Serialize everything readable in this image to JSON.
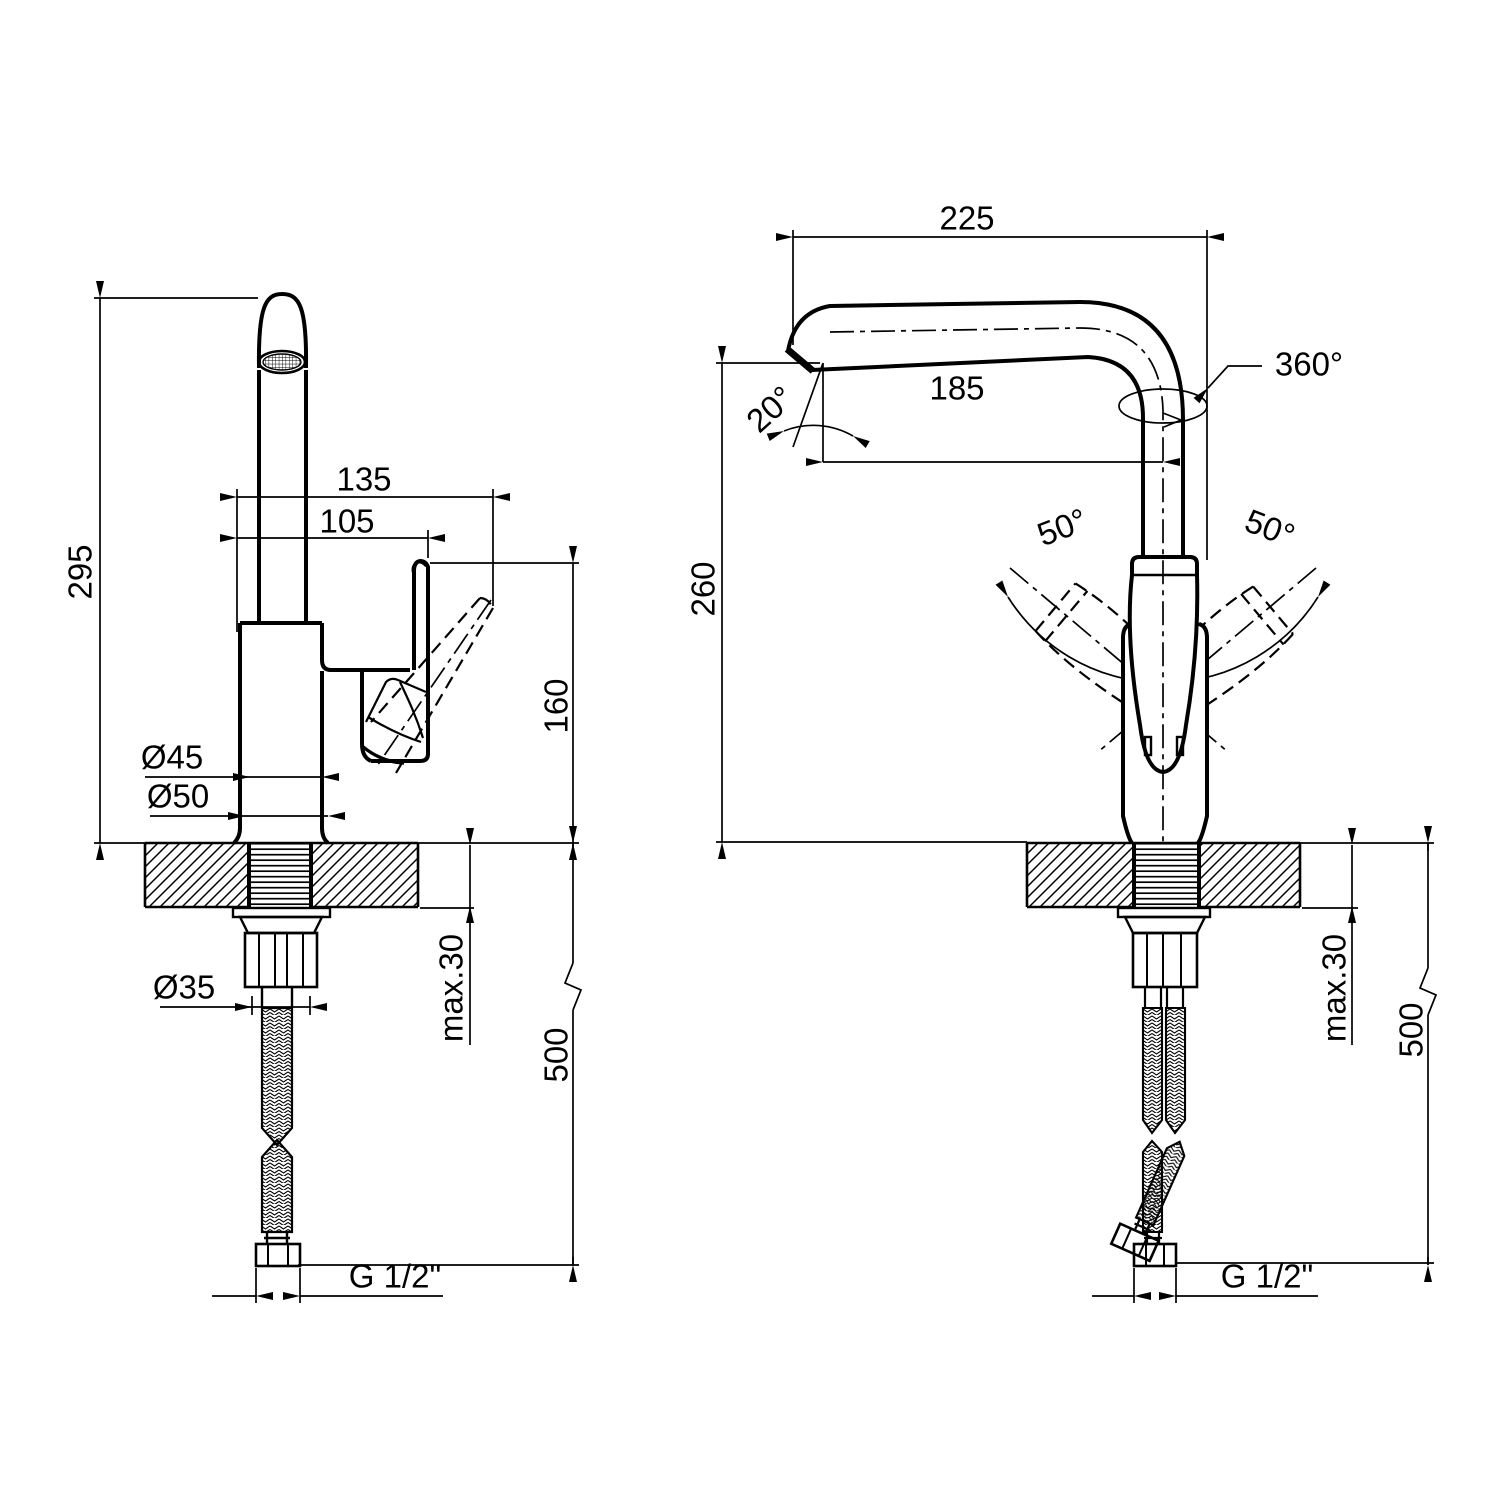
{
  "drawing": {
    "type": "technical-dimension-drawing",
    "subject": "single-lever kitchen mixer tap, two orthographic views with installation dimensions",
    "background": "#ffffff",
    "line_color": "#000000",
    "side_view": {
      "label": "side view",
      "dims": {
        "overall_height": "295",
        "reach_to_handle": "135",
        "reach_to_body": "105",
        "body_height": "160",
        "body_dia_top": "Ø45",
        "body_dia_base": "Ø50",
        "shank_dia": "Ø35",
        "deck_max": "max.30",
        "hose_length": "500",
        "thread": "G 1/2\""
      }
    },
    "front_view": {
      "label": "front view",
      "dims": {
        "spout_reach": "225",
        "outlet_angle": "20°",
        "outlet_reach": "185",
        "spout_swivel": "360°",
        "lever_swing_left": "50°",
        "lever_swing_right": "50°",
        "outlet_height": "260",
        "deck_max": "max.30",
        "hose_length": "500",
        "thread": "G 1/2\""
      }
    }
  }
}
